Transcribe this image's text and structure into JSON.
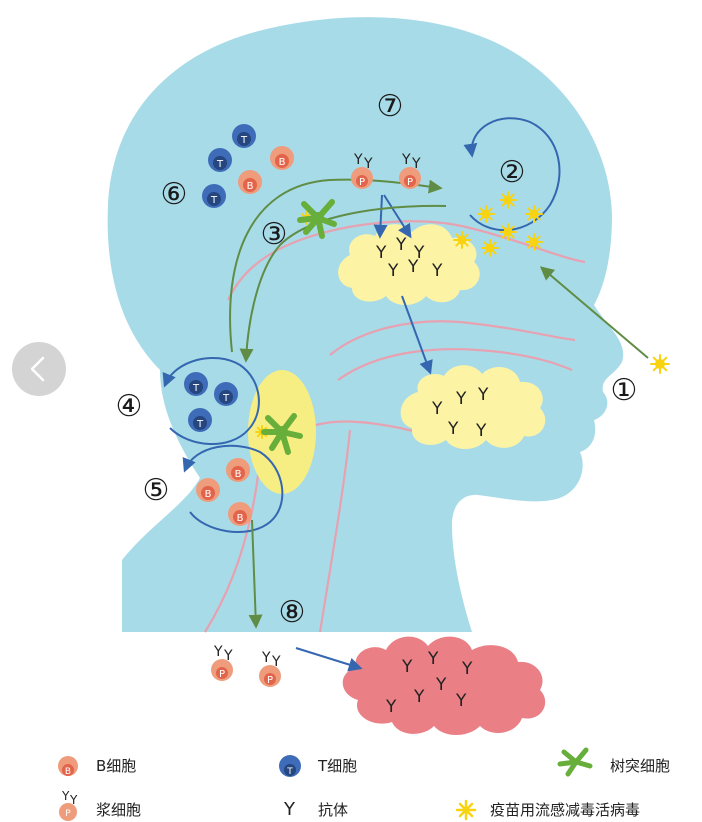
{
  "colors": {
    "head": "#a8dbe8",
    "head_edge": "#8ccfe0",
    "cloud_yellow": "#fdf3a5",
    "cloud_red": "#ea7f86",
    "lymph_node": "#f6ee82",
    "b_cell": "#ee9c7c",
    "b_cell_inner": "#e2644a",
    "t_cell": "#3f6cb8",
    "t_cell_inner": "#25467f",
    "dendritic": "#67ae3a",
    "virus": "#f8d312",
    "arrow_blue": "#3567b1",
    "arrow_green": "#5f8d45",
    "pink_line": "#e7a1b0",
    "antibody": "#222222"
  },
  "steps": {
    "s1": "①",
    "s2": "②",
    "s3": "③",
    "s4": "④",
    "s5": "⑤",
    "s6": "⑥",
    "s7": "⑦",
    "s8": "⑧"
  },
  "cell_letters": {
    "b": "B",
    "t": "T",
    "p": "P"
  },
  "antibody_glyph": "Y",
  "legend": {
    "b_cell": "B细胞",
    "t_cell": "T细胞",
    "dendritic_cell": "树突细胞",
    "plasma_cell": "浆细胞",
    "antibody": "抗体",
    "vaccine_virus": "疫苗用流感减毒活病毒"
  },
  "nav": {
    "back_icon": "chevron-left-icon"
  }
}
